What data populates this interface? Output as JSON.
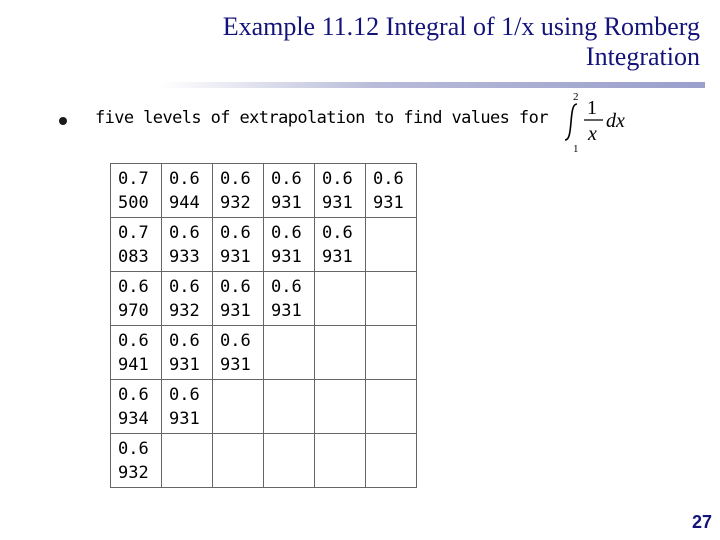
{
  "slide": {
    "title_line1": "Example 11.12 Integral of 1/x using Romberg",
    "title_line2": "Integration",
    "bullet_text": "five levels of extrapolation to find values for",
    "integral": {
      "lower_limit": "1",
      "upper_limit": "2",
      "numerator": "1",
      "denominator": "x",
      "differential": "dx"
    },
    "page_number": "27"
  },
  "table": {
    "rows": [
      [
        "0.7\n500",
        "0.6\n944",
        "0.6\n932",
        "0.6\n931",
        "0.6\n931",
        "0.6\n931"
      ],
      [
        "0.7\n083",
        "0.6\n933",
        "0.6\n931",
        "0.6\n931",
        "0.6\n931",
        ""
      ],
      [
        "0.6\n970",
        "0.6\n932",
        "0.6\n931",
        "0.6\n931",
        "",
        ""
      ],
      [
        "0.6\n941",
        "0.6\n931",
        "0.6\n931",
        "",
        "",
        ""
      ],
      [
        "0.6\n934",
        "0.6\n931",
        "",
        "",
        "",
        ""
      ],
      [
        "0.6\n932",
        "",
        "",
        "",
        "",
        ""
      ]
    ]
  },
  "colors": {
    "title": "#13137a",
    "text": "#000000",
    "rule": "#9a9fcc"
  }
}
